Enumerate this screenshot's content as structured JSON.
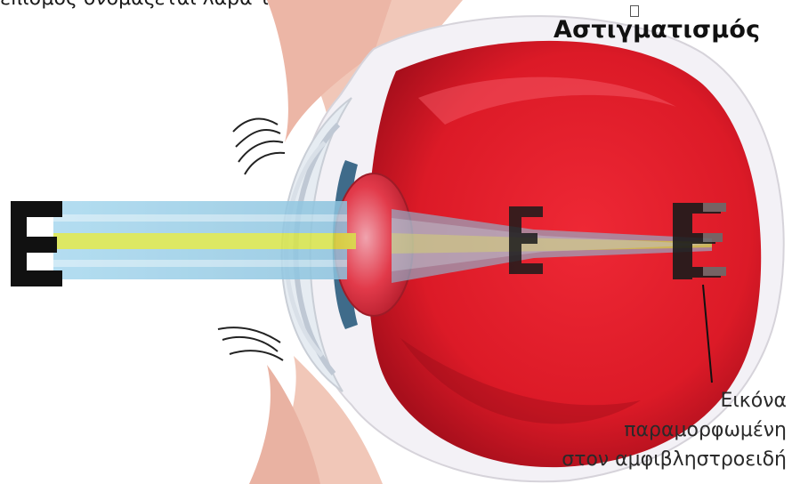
{
  "header_text": "επισμός ονομάζεται λάρα τον κανόνα.",
  "title": "Αστιγματισμός",
  "caption": {
    "line1": "Εικόνα",
    "line2": "παραμορφωμένη",
    "line3": "στον αμφιβληστροειδή"
  },
  "letter": "E",
  "colors": {
    "eyeball": "#e31d2b",
    "eyeball_dark": "#b5121f",
    "sclera": "#f2f0f4",
    "skin": "#f3c6b6",
    "beam_blue": "#9fd3ea",
    "beam_yellow": "#d6e34a"
  }
}
